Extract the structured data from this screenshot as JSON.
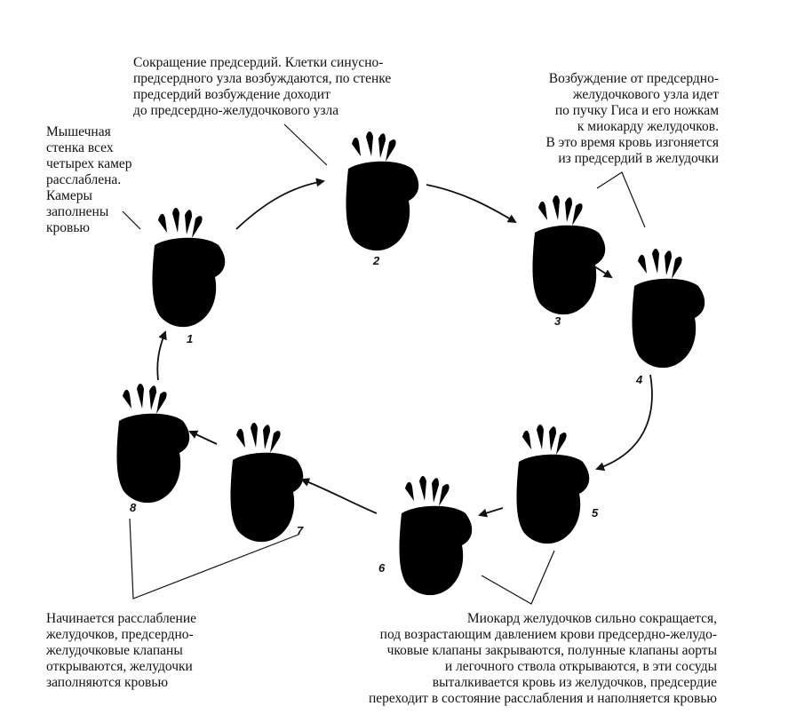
{
  "captions": {
    "left_top": [
      "Мышечная",
      "стенка всех",
      "четырех камер",
      "расслаблена.",
      "Камеры",
      "заполнены",
      "кровью"
    ],
    "top_center": [
      "Сокращение  предсердий. Клетки синусно-",
      "предсердного узла возбуждаются, по стенке",
      "предсердий возбуждение доходит",
      "до предсердно-желудочкового узла"
    ],
    "top_right": [
      "Возбуждение от предсердно-",
      "желудочкового узла идет",
      "по пучку Гиса и его ножкам",
      "к миокарду желудочков.",
      "В это время кровь изгоняется",
      "из предсердий в желудочки"
    ],
    "bottom_left": [
      "Начинается  расслабление",
      "желудочков, предсердно-",
      "желудочковые клапаны",
      "открываются, желудочки",
      "заполняются кровью"
    ],
    "bottom_right": [
      "Миокард желудочков сильно сокращается,",
      "под возрастающим давлением крови предсердно-желудо-",
      "чковые клапаны закрываются, полунные клапаны аорты",
      "и легочного ствола  открываются, в эти сосуды",
      "выталкивается кровь  из желудочков, предсердие",
      "переходит в состояние расслабления и наполняется кровью"
    ]
  },
  "stages": [
    "1",
    "2",
    "3",
    "4",
    "5",
    "6",
    "7",
    "8"
  ]
}
